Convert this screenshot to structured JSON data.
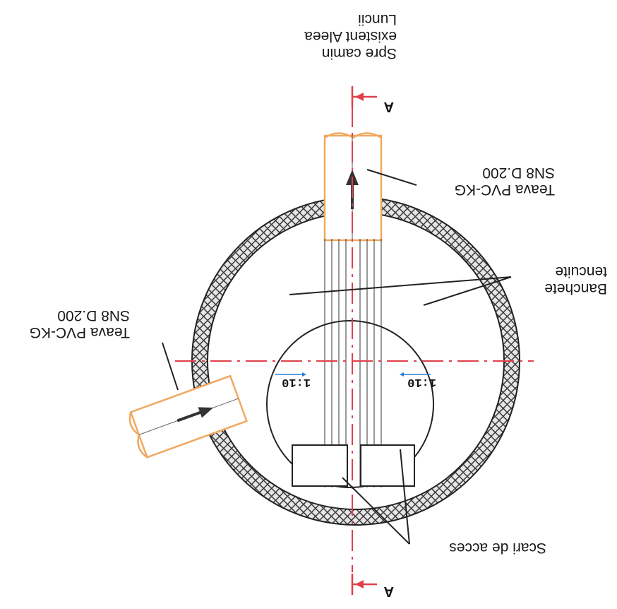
{
  "labels": {
    "section_top": "A",
    "section_bottom": "A",
    "destination": [
      "Spre camin",
      "existent Aleea",
      "Luncii"
    ],
    "pipe_top": [
      "Teava PVC-KG",
      "SN8 D.200"
    ],
    "pipe_left": [
      "Teava PVC-KG",
      "SN8 D.200"
    ],
    "benches": [
      "Banchete",
      "tencuite"
    ],
    "ladders": "Scari de acces",
    "slope_left": "1:10",
    "slope_right": "1:10"
  },
  "colors": {
    "ring_hatch": "#3a3a3a",
    "pipe_outline": "#f0a860",
    "axis_red": "#e0404a",
    "slope_arrow": "#2a7fd4",
    "lines": "#222222"
  }
}
